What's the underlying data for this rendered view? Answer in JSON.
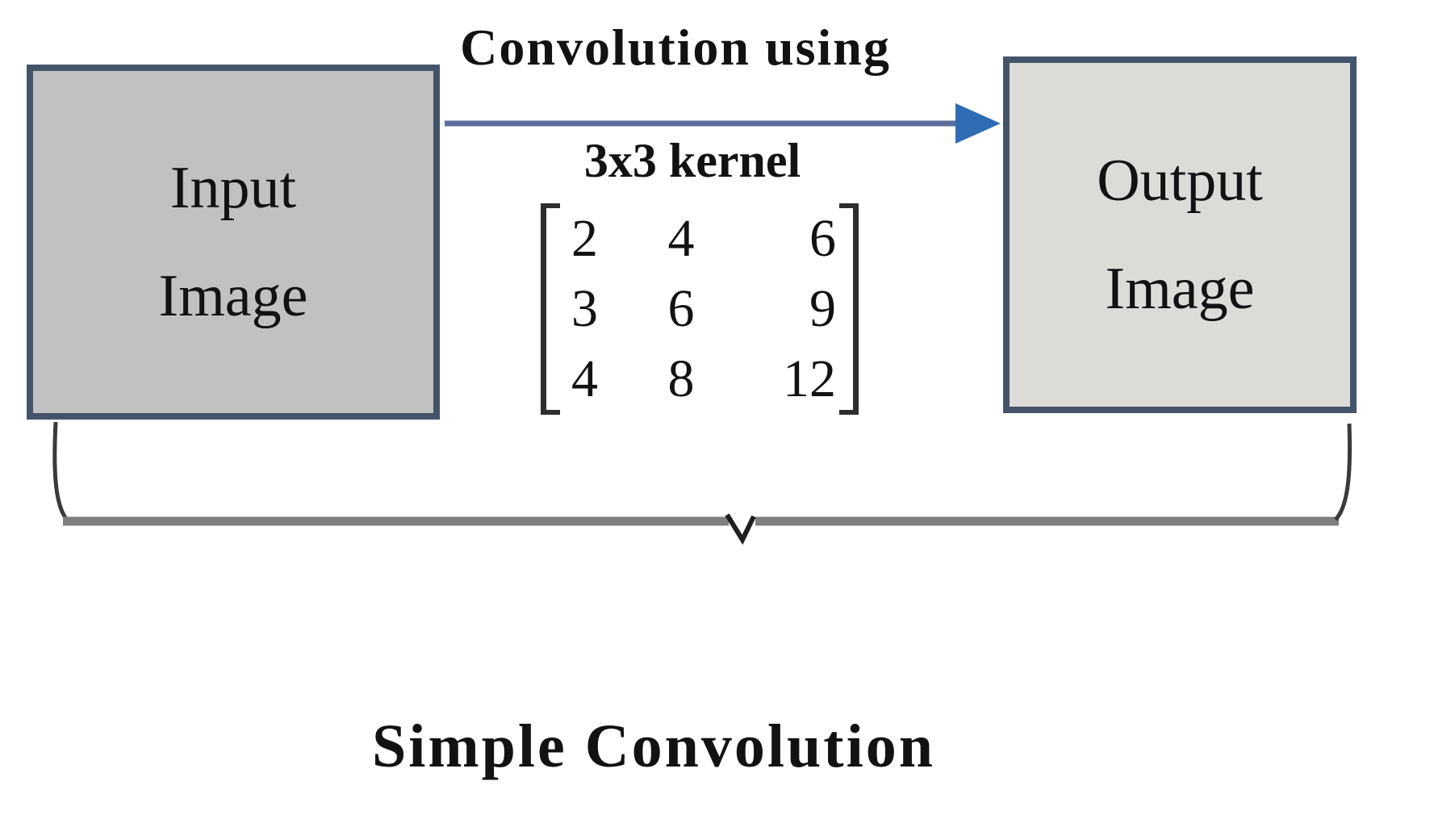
{
  "figure": {
    "caption": "Simple Convolution",
    "flow": {
      "arrow_label_top": "Convolution using",
      "kernel_label": "3x3 kernel"
    },
    "input_box": {
      "line1": "Input",
      "line2": "Image"
    },
    "output_box": {
      "line1": "Output",
      "line2": "Image"
    },
    "matrix": {
      "rows": [
        [
          "2",
          "4",
          "6"
        ],
        [
          "3",
          "6",
          "9"
        ],
        [
          "4",
          "8",
          "12"
        ]
      ]
    },
    "colors": {
      "box_border": "#44546a",
      "input_fill": "#c1c1c2",
      "output_fill": "#dcdbd8",
      "arrow_line": "#5c6d9c",
      "arrow_head": "#2e6cb3",
      "brace_bar": "#7f7f7f",
      "text": "#121212"
    }
  }
}
